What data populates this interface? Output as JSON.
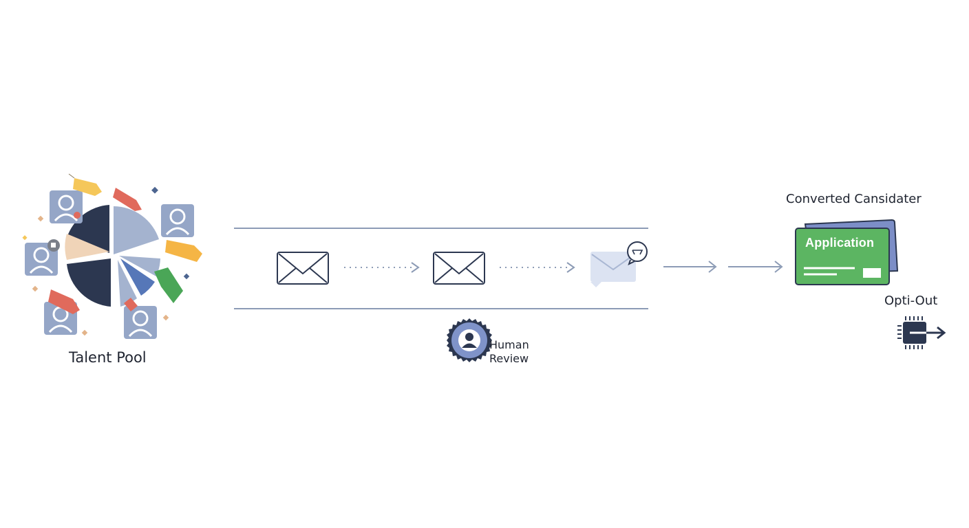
{
  "talent_pool": {
    "label": "Talent Pool"
  },
  "human_review": {
    "line1": "Human",
    "line2": "Review"
  },
  "converted": {
    "label": "Converted Cansidater"
  },
  "application_card": {
    "title": "Application"
  },
  "opt_out": {
    "label": "Opti-Out"
  },
  "icons": {
    "envelope_1": "envelope-icon",
    "envelope_2": "envelope-icon",
    "envelope_3": "envelope-chat-icon",
    "review": "user-badge-icon",
    "opt_out": "chip-exit-icon"
  },
  "colors": {
    "navy": "#2c3750",
    "slate_blue": "#97a8c8",
    "peach": "#f0d4b8",
    "green_card": "#5cb562",
    "line": "#8c9bb5",
    "tag_red": "#e06a5c",
    "tag_yellow": "#f5c75a",
    "tag_green": "#4aa657"
  }
}
